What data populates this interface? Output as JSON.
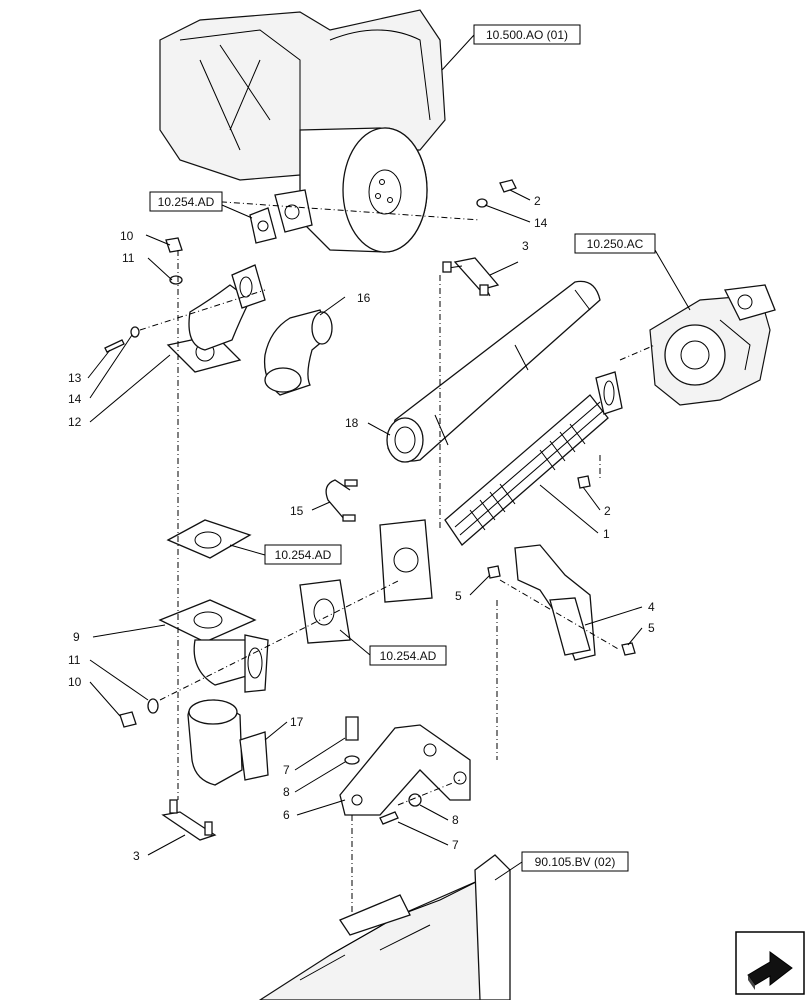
{
  "reference_boxes": [
    {
      "id": "ref-engine",
      "text": "10.500.AO (01)"
    },
    {
      "id": "ref-exhaust-flange",
      "text": "10.254.AD"
    },
    {
      "id": "ref-turbo",
      "text": "10.250.AC"
    },
    {
      "id": "ref-gasket-upper",
      "text": "10.254.AD"
    },
    {
      "id": "ref-gasket-lower",
      "text": "10.254.AD"
    },
    {
      "id": "ref-frame",
      "text": "90.105.BV (02)"
    }
  ],
  "callouts": [
    {
      "id": "c-2a",
      "text": "2"
    },
    {
      "id": "c-14a",
      "text": "14"
    },
    {
      "id": "c-3a",
      "text": "3"
    },
    {
      "id": "c-10a",
      "text": "10"
    },
    {
      "id": "c-11a",
      "text": "11"
    },
    {
      "id": "c-16",
      "text": "16"
    },
    {
      "id": "c-13",
      "text": "13"
    },
    {
      "id": "c-14b",
      "text": "14"
    },
    {
      "id": "c-12",
      "text": "12"
    },
    {
      "id": "c-18",
      "text": "18"
    },
    {
      "id": "c-2b",
      "text": "2"
    },
    {
      "id": "c-15",
      "text": "15"
    },
    {
      "id": "c-1",
      "text": "1"
    },
    {
      "id": "c-5a",
      "text": "5"
    },
    {
      "id": "c-4",
      "text": "4"
    },
    {
      "id": "c-5b",
      "text": "5"
    },
    {
      "id": "c-9",
      "text": "9"
    },
    {
      "id": "c-11b",
      "text": "11"
    },
    {
      "id": "c-10b",
      "text": "10"
    },
    {
      "id": "c-17",
      "text": "17"
    },
    {
      "id": "c-7a",
      "text": "7"
    },
    {
      "id": "c-8a",
      "text": "8"
    },
    {
      "id": "c-6",
      "text": "6"
    },
    {
      "id": "c-8b",
      "text": "8"
    },
    {
      "id": "c-7b",
      "text": "7"
    },
    {
      "id": "c-3b",
      "text": "3"
    }
  ],
  "nav_icon": "next-page-arrow-icon"
}
